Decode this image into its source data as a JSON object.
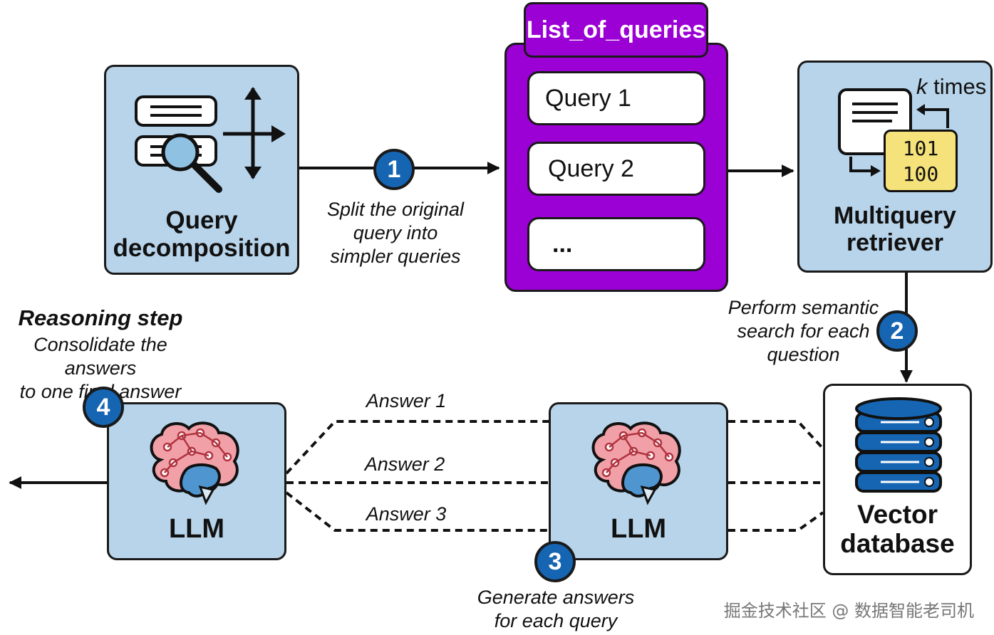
{
  "query_decomposition": {
    "label_line1": "Query",
    "label_line2": "decomposition"
  },
  "step1": {
    "number": "1",
    "caption_lines": [
      "Split the original",
      "query into",
      "simpler queries"
    ]
  },
  "list_of_queries": {
    "title": "List_of_queries",
    "items": [
      "Query 1",
      "Query 2",
      "..."
    ]
  },
  "multiquery_retriever": {
    "label_line1": "Multiquery",
    "label_line2": "retriever",
    "k_letter": "k",
    "times_label": "times",
    "binary_line1": "101",
    "binary_line2": "100"
  },
  "step2": {
    "number": "2",
    "caption_lines": [
      "Perform semantic",
      "search for each",
      "question"
    ]
  },
  "vector_database": {
    "label_line1": "Vector",
    "label_line2": "database"
  },
  "answers": [
    "Answer 1",
    "Answer 2",
    "Answer 3"
  ],
  "llm_middle": {
    "label": "LLM"
  },
  "llm_left": {
    "label": "LLM"
  },
  "step3": {
    "number": "3",
    "caption_lines": [
      "Generate answers",
      "for each query"
    ]
  },
  "step4": {
    "number": "4",
    "title": "Reasoning step",
    "caption_lines": [
      "Consolidate the answers",
      "to one final answer"
    ]
  },
  "watermark": "掘金技术社区 @ 数据智能老司机",
  "colors": {
    "box_blue": "#b8d4ea",
    "purple": "#9b00d4",
    "badge_blue": "#1565b3",
    "yellow": "#f5e27a",
    "brain_pink": "#f2a0a8",
    "db_blue": "#1565b3"
  }
}
